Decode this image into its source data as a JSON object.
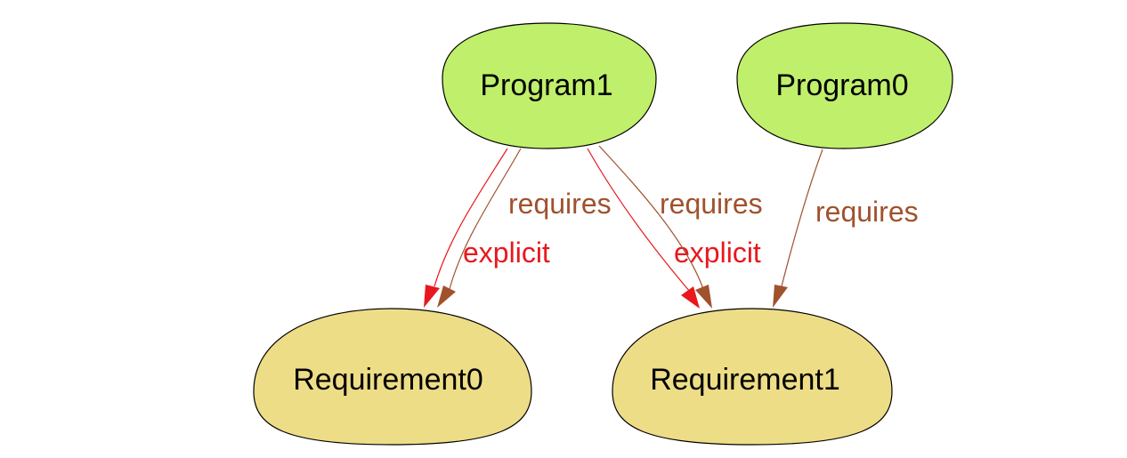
{
  "diagram": {
    "nodes": [
      {
        "id": "program1",
        "label": "Program1",
        "kind": "program"
      },
      {
        "id": "program0",
        "label": "Program0",
        "kind": "program"
      },
      {
        "id": "requirement0",
        "label": "Requirement0",
        "kind": "requirement"
      },
      {
        "id": "requirement1",
        "label": "Requirement1",
        "kind": "requirement"
      }
    ],
    "edges": [
      {
        "from": "program1",
        "to": "requirement0",
        "label": "explicit",
        "kind": "explicit"
      },
      {
        "from": "program1",
        "to": "requirement0",
        "label": "requires",
        "kind": "requires"
      },
      {
        "from": "program1",
        "to": "requirement1",
        "label": "explicit",
        "kind": "explicit"
      },
      {
        "from": "program1",
        "to": "requirement1",
        "label": "requires",
        "kind": "requires"
      },
      {
        "from": "program0",
        "to": "requirement1",
        "label": "requires",
        "kind": "requires"
      }
    ]
  },
  "colors": {
    "program_fill": "#c0ef6b",
    "requirement_fill": "#eedd87",
    "explicit_edge": "#e8181e",
    "requires_edge": "#a0522d",
    "node_stroke": "#000000"
  }
}
